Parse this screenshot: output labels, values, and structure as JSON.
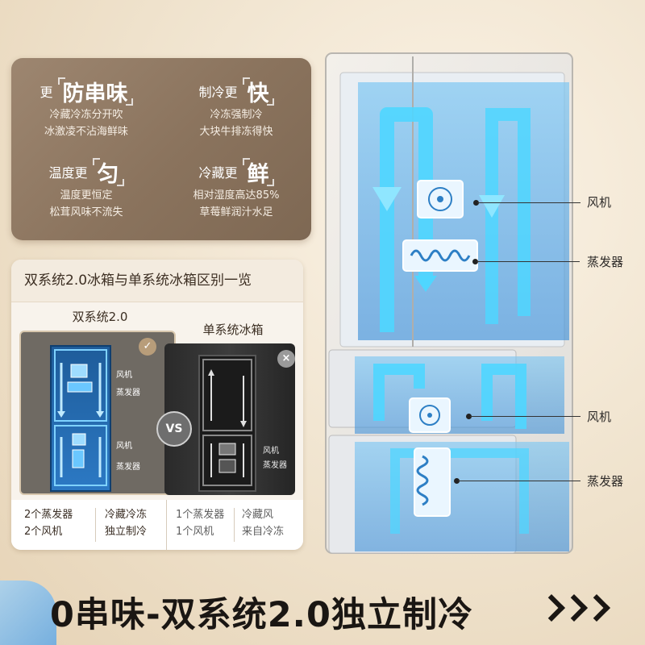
{
  "features": [
    {
      "prefix": "更",
      "keyword": "防串味",
      "lines": [
        "冷藏冷冻分开吹",
        "冰激凌不沾海鲜味"
      ]
    },
    {
      "prefix": "制冷更",
      "keyword": "快",
      "lines": [
        "冷冻强制冷",
        "大块牛排冻得快"
      ]
    },
    {
      "prefix": "温度更",
      "keyword": "匀",
      "lines": [
        "温度更恒定",
        "松茸风味不流失"
      ]
    },
    {
      "prefix": "冷藏更",
      "keyword": "鲜",
      "lines": [
        "相对湿度高达85%",
        "草莓鲜润汁水足"
      ]
    }
  ],
  "comparison": {
    "title": "双系统2.0冰箱与单系统冰箱区别一览",
    "dual": {
      "title": "双系统2.0",
      "labels": [
        "风机",
        "蒸发器",
        "风机",
        "蒸发器"
      ],
      "bottom": {
        "left": [
          "2个蒸发器",
          "2个风机"
        ],
        "right": [
          "冷藏冷冻",
          "独立制冷"
        ]
      }
    },
    "vs": "VS",
    "single": {
      "title": "单系统冰箱",
      "labels": [
        "风机",
        "蒸发器"
      ],
      "bottom": {
        "left": [
          "1个蒸发器",
          "1个风机"
        ],
        "right": [
          "冷藏风",
          "来自冷冻"
        ]
      }
    },
    "check_icon": "✓",
    "x_icon": "×"
  },
  "callouts": [
    "风机",
    "蒸发器",
    "风机",
    "蒸发器"
  ],
  "banner": {
    "title": "0串味-双系统2.0独立制冷"
  },
  "colors": {
    "accent_brown": "#8a735d",
    "cool_blue": "#3fc3f5"
  }
}
